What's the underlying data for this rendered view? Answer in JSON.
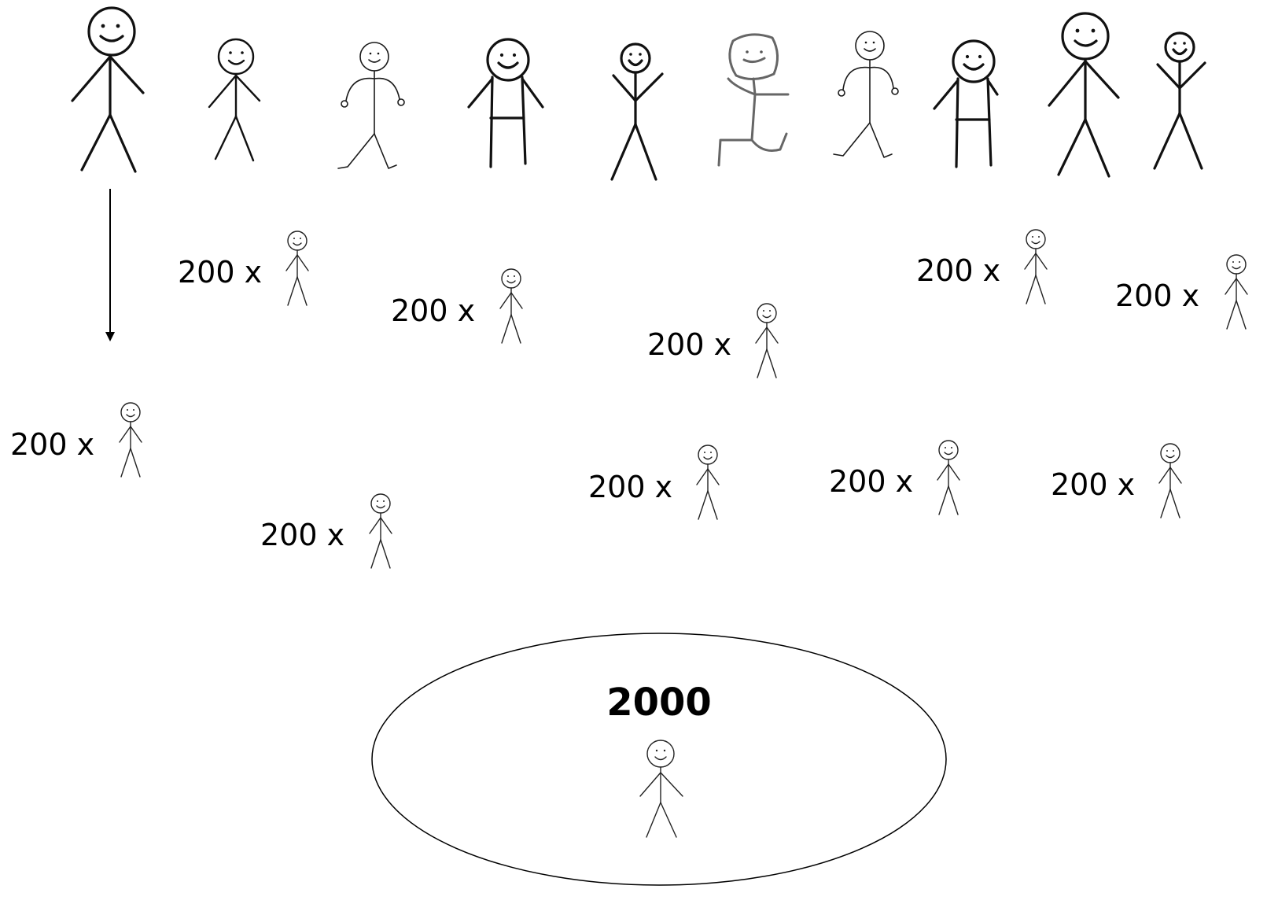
{
  "groups_label": "200 x",
  "total_label": "2000",
  "group_count": 10,
  "unique_figure_count": 10,
  "colors": {
    "line": "#111111",
    "background": "#ffffff"
  }
}
